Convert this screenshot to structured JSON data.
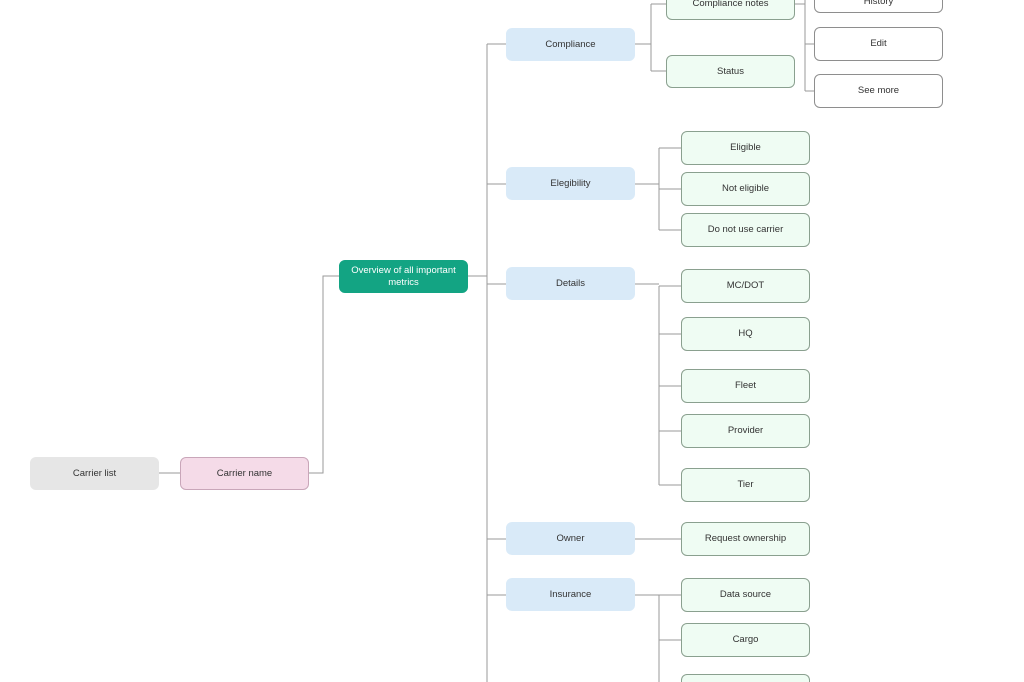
{
  "nodes": {
    "carrier_list": "Carrier list",
    "carrier_name": "Carrier name",
    "overview": "Overview of all important metrics",
    "compliance": "Compliance",
    "eligibility": "Elegibility",
    "details": "Details",
    "owner": "Owner",
    "insurance": "Insurance",
    "compliance_notes": "Compliance notes",
    "status": "Status",
    "history": "History",
    "edit": "Edit",
    "see_more": "See more",
    "eligible": "Eligible",
    "not_eligible": "Not eligible",
    "do_not_use": "Do not use carrier",
    "mc_dot": "MC/DOT",
    "hq": "HQ",
    "fleet": "Fleet",
    "provider": "Provider",
    "tier": "Tier",
    "request_ownership": "Request ownership",
    "data_source": "Data source",
    "cargo": "Cargo",
    "insurance_child_3": ""
  },
  "colors": {
    "root": "#e6e6e6",
    "carrier": "#f5dbe8",
    "overview": "#13a483",
    "section": "#d9eaf8",
    "leaf": "#effcf3",
    "action": "#ffffff",
    "connector": "#9a9a9a"
  }
}
